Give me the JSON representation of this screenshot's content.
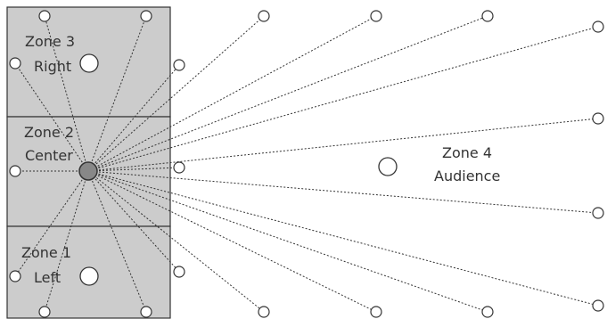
{
  "zones": [
    {
      "id": "zone-3",
      "name": "Zone 3",
      "position": "Right"
    },
    {
      "id": "zone-2",
      "name": "Zone 2",
      "position": "Center"
    },
    {
      "id": "zone-1",
      "name": "Zone 1",
      "position": "Left"
    },
    {
      "id": "zone-4",
      "name": "Zone 4",
      "position": "Audience"
    }
  ],
  "colors": {
    "stage_fill": "#cccccc",
    "stage_border": "#333333",
    "outline": "#333333",
    "central_node": "#888888",
    "connection_line": "#333333"
  }
}
